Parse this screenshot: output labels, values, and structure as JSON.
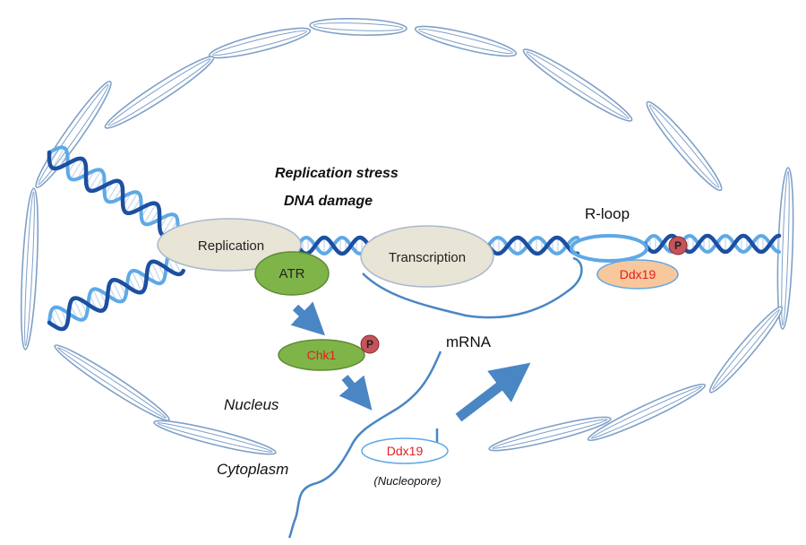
{
  "labels": {
    "replication_stress": "Replication stress",
    "dna_damage": "DNA damage",
    "r_loop": "R-loop",
    "mrna": "mRNA",
    "nucleus": "Nucleus",
    "cytoplasm": "Cytoplasm",
    "nucleopore": "(Nucleopore)"
  },
  "nodes": {
    "replication": "Replication",
    "atr": "ATR",
    "transcription": "Transcription",
    "chk1": "Chk1",
    "ddx19_rloop": "Ddx19",
    "ddx19_pore": "Ddx19",
    "phospho": "P"
  },
  "colors": {
    "membrane_stroke": "#7fa0c8",
    "dna_dark": "#1c4fa0",
    "dna_light": "#5ea9e6",
    "arrow": "#4a86c4",
    "beige": "#e8e4d6",
    "green": "#7fb548",
    "orange": "#f8c79c",
    "phospho": "#c4545a",
    "red_text": "#e0201e"
  }
}
